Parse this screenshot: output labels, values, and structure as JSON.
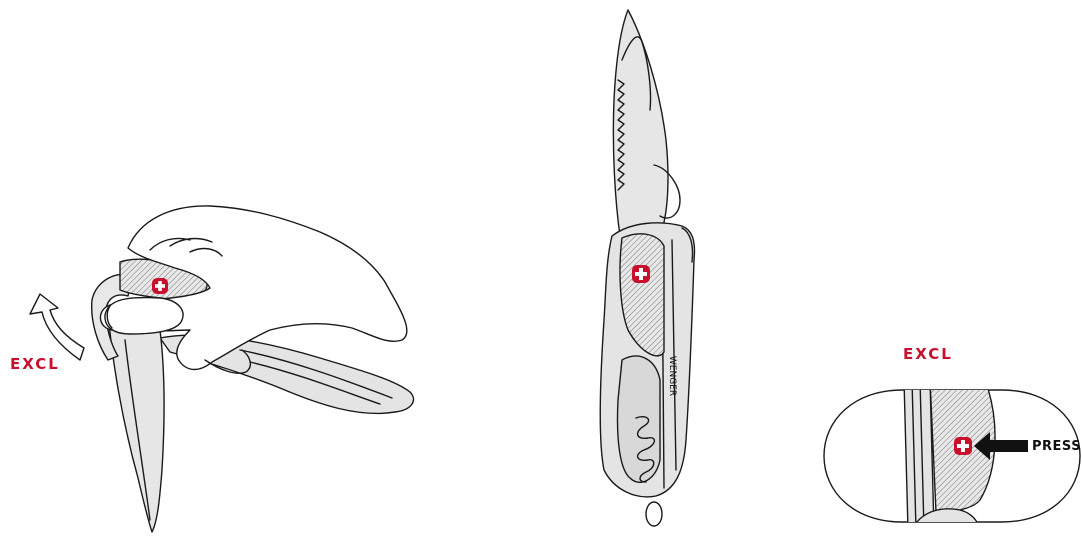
{
  "labels": {
    "excl_left": "EXCL",
    "excl_right": "EXCL",
    "press": "PRESS",
    "brand": "WENGER"
  },
  "colors": {
    "accent": "#c8102e",
    "line": "#1a1a1a",
    "fill": "#e4e4e4",
    "fill_dark": "#cfcfcf"
  },
  "icons": [
    "swiss-cross-icon",
    "curved-arrow-icon",
    "press-arrow-icon"
  ]
}
